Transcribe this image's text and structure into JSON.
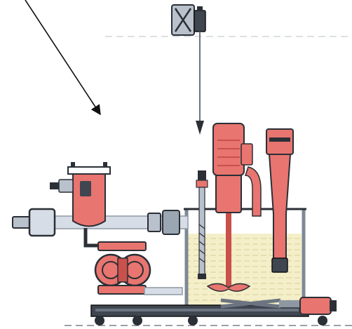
{
  "diagram": {
    "labels": [],
    "colors": {
      "equipment_red": "#e8756f",
      "equipment_red_dark": "#c9504b",
      "liquid": "#f4efc8",
      "tank_wall": "#7d8994",
      "pipe": "#d7dde6",
      "pipe_dark": "#8e98a3",
      "steel": "#6b7480",
      "steel_light": "#b8c1cc",
      "dark": "#2b2f36",
      "base": "#3f4650",
      "line": "#111111",
      "ground": "#9aa1a8"
    },
    "components": [
      {
        "id": "hoist",
        "icon": "hoist-icon"
      },
      {
        "id": "agitator_motor",
        "icon": "motor-icon"
      },
      {
        "id": "mixer",
        "icon": "mixer-icon"
      },
      {
        "id": "strainer",
        "icon": "filter-icon"
      },
      {
        "id": "pump",
        "icon": "pump-icon"
      },
      {
        "id": "tank",
        "icon": "tank-icon"
      }
    ]
  }
}
